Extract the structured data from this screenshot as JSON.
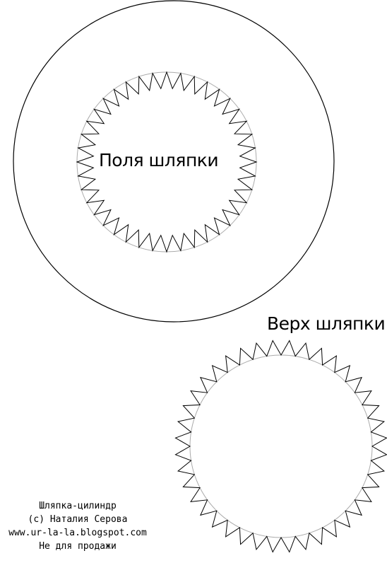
{
  "template": {
    "brim_label": "Поля шляпки",
    "top_label": "Верх шляпки",
    "credits": [
      "Шляпка-цилиндр",
      "(с) Наталия Серова",
      "www.ur-la-la.blogspot.com",
      "Не для продажи"
    ]
  },
  "colors": {
    "outline": "#000000",
    "fold_line": "#aaaaaa",
    "background": "#ffffff"
  },
  "shapes": {
    "brim": {
      "teeth": 40,
      "description_icon": "scalloped-ring"
    },
    "top": {
      "teeth": 40,
      "description_icon": "scalloped-circle"
    }
  }
}
